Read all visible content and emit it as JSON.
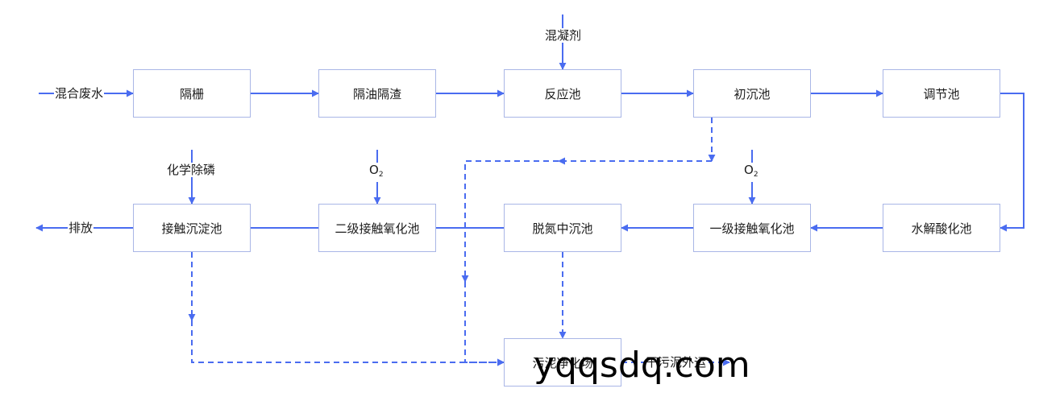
{
  "nodes": {
    "screen": "隔栅",
    "oil_residue": "隔油隔渣",
    "reaction": "反应池",
    "primary_settling": "初沉池",
    "equalization": "调节池",
    "contact_settling": "接触沉淀池",
    "contact_oxidation_2": "二级接触氧化池",
    "denitrify_settling": "脱氮中沉池",
    "contact_oxidation_1": "一级接触氧化池",
    "hydrolysis": "水解酸化池",
    "sludge_treatment": "污泥净化场"
  },
  "labels": {
    "influent": "混合废水",
    "coagulant": "混凝剂",
    "phosphorus_removal": "化学除磷",
    "oxygen_base": "O",
    "oxygen_sub": "2",
    "discharge": "排放",
    "sludge_out": "干污泥外运"
  },
  "watermark": "yqqsdq.com",
  "colors": {
    "line": "#4a6cf0",
    "node_border": "#a9b6e6"
  }
}
